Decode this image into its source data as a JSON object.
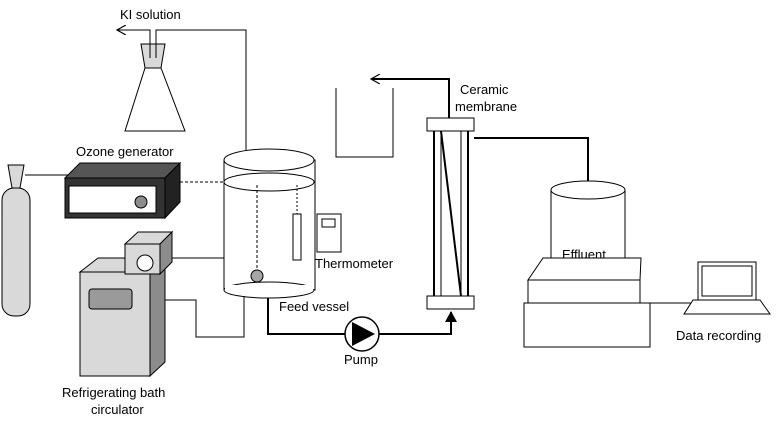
{
  "labels": {
    "ki_solution": "KI solution",
    "ozone_generator": "Ozone generator",
    "ceramic_membrane_line1": "Ceramic",
    "ceramic_membrane_line2": "membrane",
    "thermometer": "Thermometer",
    "effluent": "Effluent",
    "feed_vessel": "Feed vessel",
    "pump": "Pump",
    "data_recording": "Data recording",
    "refrigerating_line1": "Refrigerating bath",
    "refrigerating_line2": "circulator"
  },
  "colors": {
    "line": "#000000",
    "ozone_generator_body": "#333333",
    "device_gray": "#d9d9d9",
    "device_dark_gray": "#8c8c8c",
    "display_fill": "#9a9a9a",
    "background": "#ffffff"
  }
}
